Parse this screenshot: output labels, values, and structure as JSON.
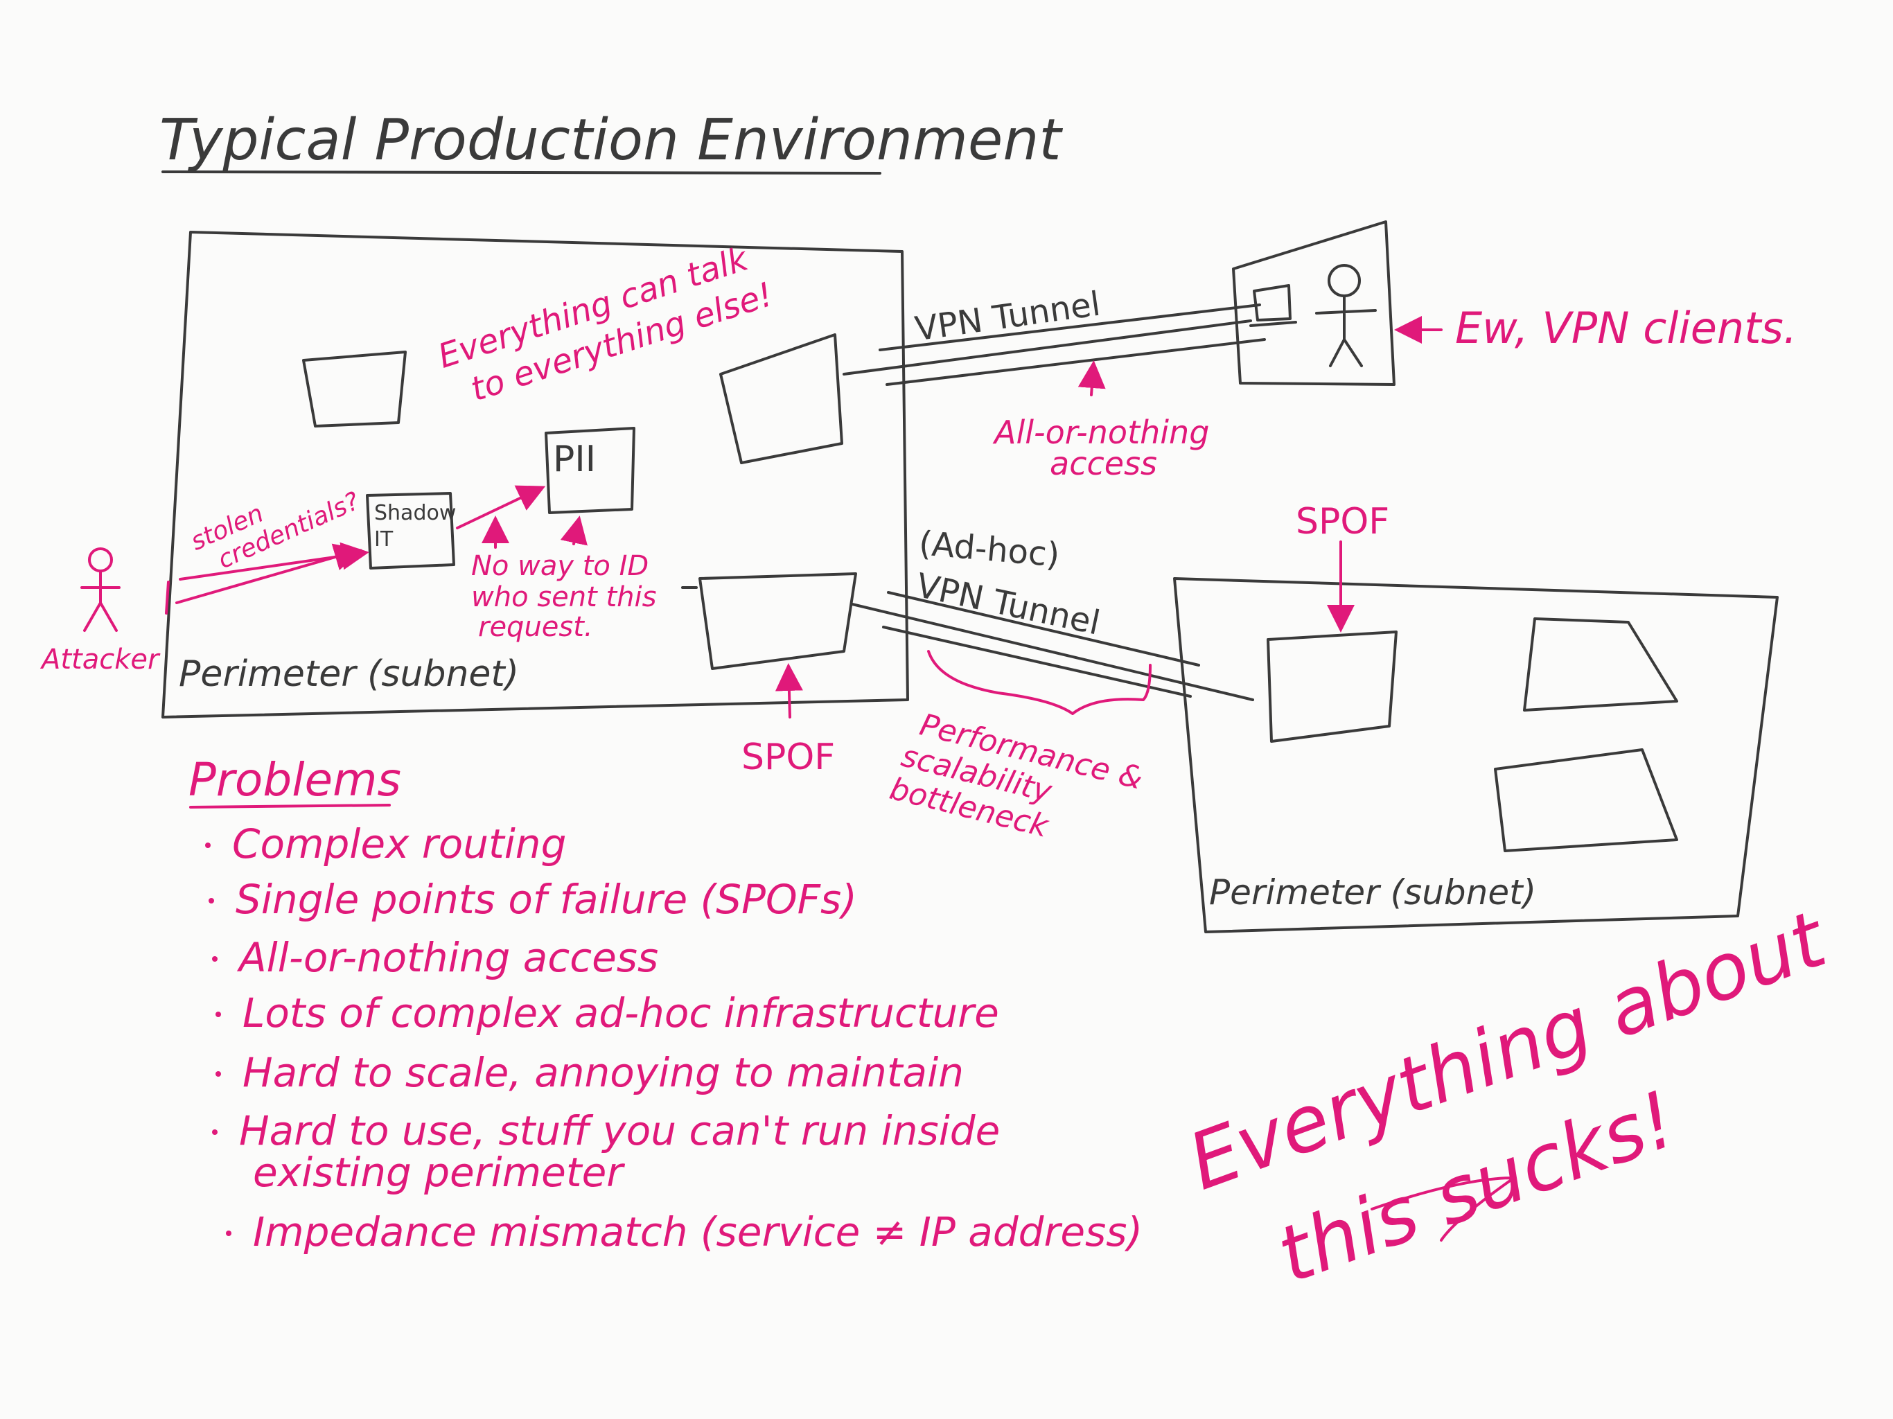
{
  "title": "Typical Production Environment",
  "colors": {
    "pencil": "#3a3a3a",
    "marker": "#e0197a",
    "paper": "#fbfbfa"
  },
  "labels": {
    "everything_talk_1": "Everything can talk",
    "everything_talk_2": "to everything else!",
    "pii": "PII",
    "shadow_it_1": "Shadow",
    "shadow_it_2": "IT",
    "stolen_1": "stolen",
    "stolen_2": "credentials?",
    "attacker": "Attacker",
    "no_way_1": "No way to ID",
    "no_way_2": "who sent this",
    "no_way_3": "request.",
    "perimeter_left": "Perimeter (subnet)",
    "perimeter_right": "Perimeter (subnet)",
    "vpn_tunnel_top": "VPN Tunnel",
    "all_or_nothing_1": "All-or-nothing",
    "all_or_nothing_2": "access",
    "ew_vpn": "Ew, VPN clients.",
    "adhoc_1": "(Ad-hoc)",
    "adhoc_2": "VPN Tunnel",
    "spof_bottom": "SPOF",
    "spof_right": "SPOF",
    "perf_1": "Performance &",
    "perf_2": "scalability",
    "perf_3": "bottleneck",
    "sucks_1": "Everything about",
    "sucks_2": "this sucks!"
  },
  "problems": {
    "heading": "Problems",
    "items": [
      "Complex routing",
      "Single points of failure (SPOFs)",
      "All-or-nothing access",
      "Lots of complex ad-hoc infrastructure",
      "Hard to scale, annoying to maintain",
      "Hard to use, stuff you can't run inside",
      "existing perimeter",
      "Impedance mismatch (service ≠ IP address)"
    ]
  }
}
